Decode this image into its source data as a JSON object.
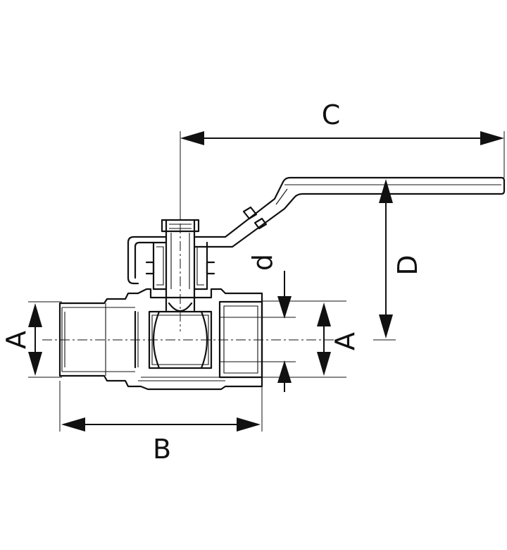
{
  "dimensions": {
    "A_left": "A",
    "A_right": "A",
    "B": "B",
    "C": "C",
    "D": "D",
    "d": "d"
  }
}
